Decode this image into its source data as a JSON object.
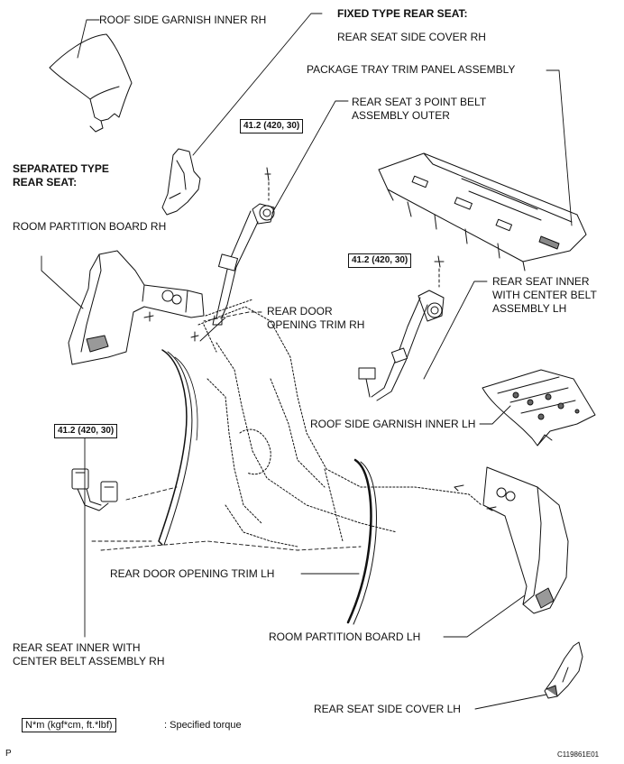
{
  "labels": {
    "roof_side_garnish_inner_rh": "ROOF SIDE GARNISH INNER RH",
    "fixed_type_rear_seat": "FIXED TYPE REAR SEAT:",
    "rear_seat_side_cover_rh": "REAR SEAT SIDE COVER RH",
    "package_tray_trim_panel_assembly": "PACKAGE TRAY TRIM PANEL ASSEMBLY",
    "rear_seat_3_point_belt_line1": "REAR SEAT 3 POINT BELT",
    "rear_seat_3_point_belt_line2": "ASSEMBLY OUTER",
    "separated_type_line1": "SEPARATED TYPE",
    "separated_type_line2": "REAR SEAT:",
    "room_partition_board_rh": "ROOM PARTITION BOARD RH",
    "rear_door_opening_trim_rh_line1": "REAR DOOR",
    "rear_door_opening_trim_rh_line2": "OPENING TRIM RH",
    "rear_seat_inner_lh_line1": "REAR SEAT INNER",
    "rear_seat_inner_lh_line2": "WITH CENTER BELT",
    "rear_seat_inner_lh_line3": "ASSEMBLY LH",
    "roof_side_garnish_inner_lh": "ROOF SIDE GARNISH INNER LH",
    "rear_door_opening_trim_lh": "REAR DOOR OPENING TRIM LH",
    "room_partition_board_lh": "ROOM PARTITION BOARD LH",
    "rear_seat_inner_rh_line1": "REAR SEAT INNER WITH",
    "rear_seat_inner_rh_line2": "CENTER BELT ASSEMBLY RH",
    "rear_seat_side_cover_lh": "REAR SEAT SIDE COVER LH"
  },
  "torque": {
    "outer_belt": "41.2 (420, 30)",
    "inner_lh": "41.2 (420, 30)",
    "inner_rh": "41.2 (420, 30)"
  },
  "legend": {
    "unit": "N*m (kgf*cm, ft.*lbf)",
    "text": ": Specified torque"
  },
  "corner": {
    "left": "P",
    "right": "C119861E01"
  }
}
